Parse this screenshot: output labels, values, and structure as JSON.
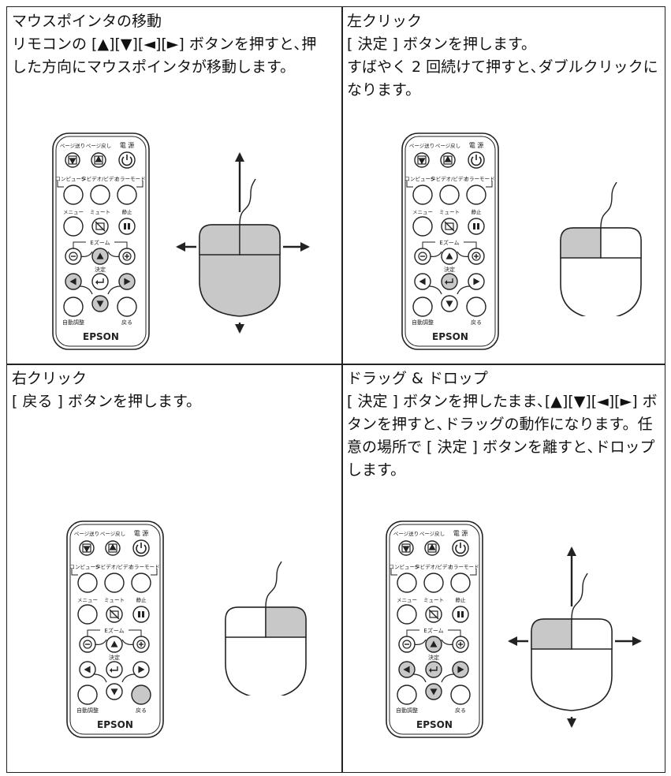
{
  "panels": [
    {
      "id": "move",
      "title": "マウスポインタの移動",
      "body": "リモコンの [▲][▼][◄][►] ボタンを押すと､押した方向にマウスポインタが移動します。"
    },
    {
      "id": "left-click",
      "title": "左クリック",
      "body": "[ 決定 ] ボタンを押します。\nすばやく 2 回続けて押すと､ダブルクリックになります。"
    },
    {
      "id": "right-click",
      "title": "右クリック",
      "body": "[ 戻る ] ボタンを押します。"
    },
    {
      "id": "drag-drop",
      "title": "ドラッグ & ドロップ",
      "body": "[ 決定 ] ボタンを押したまま､[▲][▼][◄][►] ボタンを押すと､ドラッグの動作になります。任意の場所で [ 決定 ] ボタンを離すと､ドロップします。"
    }
  ],
  "remote": {
    "labels": {
      "page_down": "ページ送り",
      "page_up": "ページ戻し",
      "power": "電 源",
      "computer": "コンピュータ",
      "svideo": "S-ビデオ/ビデオ",
      "color_mode": "カラーモード",
      "menu": "メニュー",
      "mute": "ミュート",
      "freeze": "静止",
      "ezoom": "Eズーム",
      "enter": "決定",
      "auto": "自動調整",
      "back": "戻る",
      "brand": "EPSON"
    }
  },
  "colors": {
    "highlight": "#c8c8c8",
    "line": "#222222"
  }
}
